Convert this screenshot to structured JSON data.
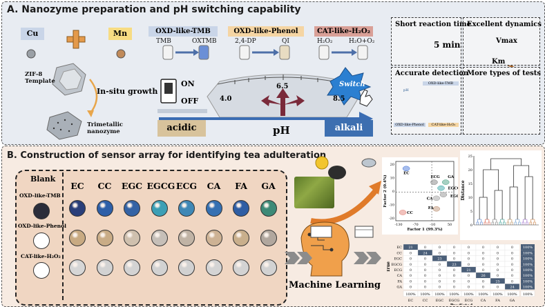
{
  "panelA": {
    "title": "A. Nanozyme preparation and pH switching capability",
    "cu": "Cu",
    "mn": "Mn",
    "zif_template": "ZIF-8\nTemplate",
    "insitu": "In-situ growth",
    "trimetallic": "Trimetallic\nnanozyme",
    "on": "ON",
    "off": "OFF",
    "acidic": "acidic",
    "alkali": "alkali",
    "ph": "pH",
    "ph_ticks": [
      "4.0",
      "6.5",
      "8.5"
    ],
    "switch": "Switch",
    "tmb_box": "OXD-like-TMB",
    "tmb_from": "TMB",
    "tmb_to": "OXTMB",
    "phenol_box": "OXD-like-Phenol",
    "phenol_from": "2,4-DP",
    "phenol_to": "QI",
    "cat_box": "CAT-like-H₂O₂",
    "cat_from": "H₂O₂",
    "cat_to": "H₂O+O₂",
    "features": {
      "short": "Short reaction time",
      "five_min": "5 min",
      "dynamics": "Excellent dynamics",
      "vmax": "Vmax",
      "km": "Km",
      "accurate": "Accurate detection",
      "more_tests": "More types of tests",
      "acc_ph": "pH",
      "acc_tmb": "OXD-like-TMB",
      "acc_phenol": "OXD-like-Phenol",
      "acc_cat": "CAT-like-H₂O₂"
    }
  },
  "panelB": {
    "title": "B. Construction of sensor array for identifying tea adulteration",
    "blank": "Blank",
    "rows": [
      "OXD-like-TMB",
      "OXD-like-Phenol",
      "CAT-like-H₂O₂"
    ],
    "columns": [
      "EC",
      "CC",
      "EGC",
      "EGCG",
      "ECG",
      "CA",
      "FA",
      "GA"
    ],
    "well_colors": [
      [
        "#2a3f7a",
        "#2d5fa8",
        "#3463a5",
        "#3c9fb5",
        "#3f88b6",
        "#3570b2",
        "#2f5ea4",
        "#3d8a77"
      ],
      [
        "#c8aa82",
        "#c9ac86",
        "#cfc0ae",
        "#c6bfb8",
        "#c0b3a5",
        "#cdb294",
        "#c9af8c",
        "#b1a79e"
      ],
      [
        "#d6d6d6",
        "#d2d2d2",
        "#d3d3d3",
        "#d2d2d2",
        "#d1d1d1",
        "#d4d4d4",
        "#d3d3d3",
        "#d2d2d2"
      ]
    ],
    "blank_colors": [
      "#2b2d3a",
      "#ffffff",
      "#ffffff"
    ],
    "machine_learning": "Machine Learning"
  },
  "chart_data": [
    {
      "type": "scatter",
      "xlabel": "Factor 1 (99.3%)",
      "ylabel": "Factor 2 (0.4%)",
      "xticks": [
        "-130",
        "-70",
        "-10",
        "50"
      ],
      "yticks": [
        "20",
        "10",
        "0",
        "-10",
        "-20"
      ],
      "groups": [
        "EC",
        "ECG",
        "GA",
        "EGCG",
        "EGC",
        "CA",
        "FA",
        "CC"
      ]
    },
    {
      "type": "dendrogram",
      "ylabel": "Distance",
      "yticks": [
        "25",
        "20",
        "15",
        "10",
        "5",
        "0"
      ]
    },
    {
      "type": "heatmap",
      "ylabel": "True",
      "xlabel": "Predicted",
      "labels": [
        "EC",
        "CC",
        "EGC",
        "EGCG",
        "ECG",
        "CA",
        "FA",
        "GA"
      ],
      "matrix": [
        [
          21,
          0,
          0,
          0,
          0,
          0,
          0,
          0
        ],
        [
          0,
          24,
          0,
          0,
          0,
          0,
          0,
          0
        ],
        [
          0,
          0,
          23,
          0,
          0,
          0,
          0,
          0
        ],
        [
          0,
          0,
          0,
          23,
          0,
          0,
          0,
          0
        ],
        [
          0,
          0,
          0,
          0,
          21,
          0,
          0,
          0
        ],
        [
          0,
          0,
          0,
          0,
          0,
          26,
          0,
          0
        ],
        [
          0,
          0,
          0,
          0,
          0,
          0,
          25,
          0
        ],
        [
          0,
          0,
          0,
          0,
          0,
          0,
          0,
          24
        ]
      ],
      "row_pct": [
        "100%",
        "100%",
        "100%",
        "100%",
        "100%",
        "100%",
        "100%",
        "100%"
      ],
      "col_pct": [
        "100%",
        "100%",
        "100%",
        "100%",
        "100%",
        "100%",
        "100%",
        "100%",
        "100%"
      ]
    }
  ]
}
